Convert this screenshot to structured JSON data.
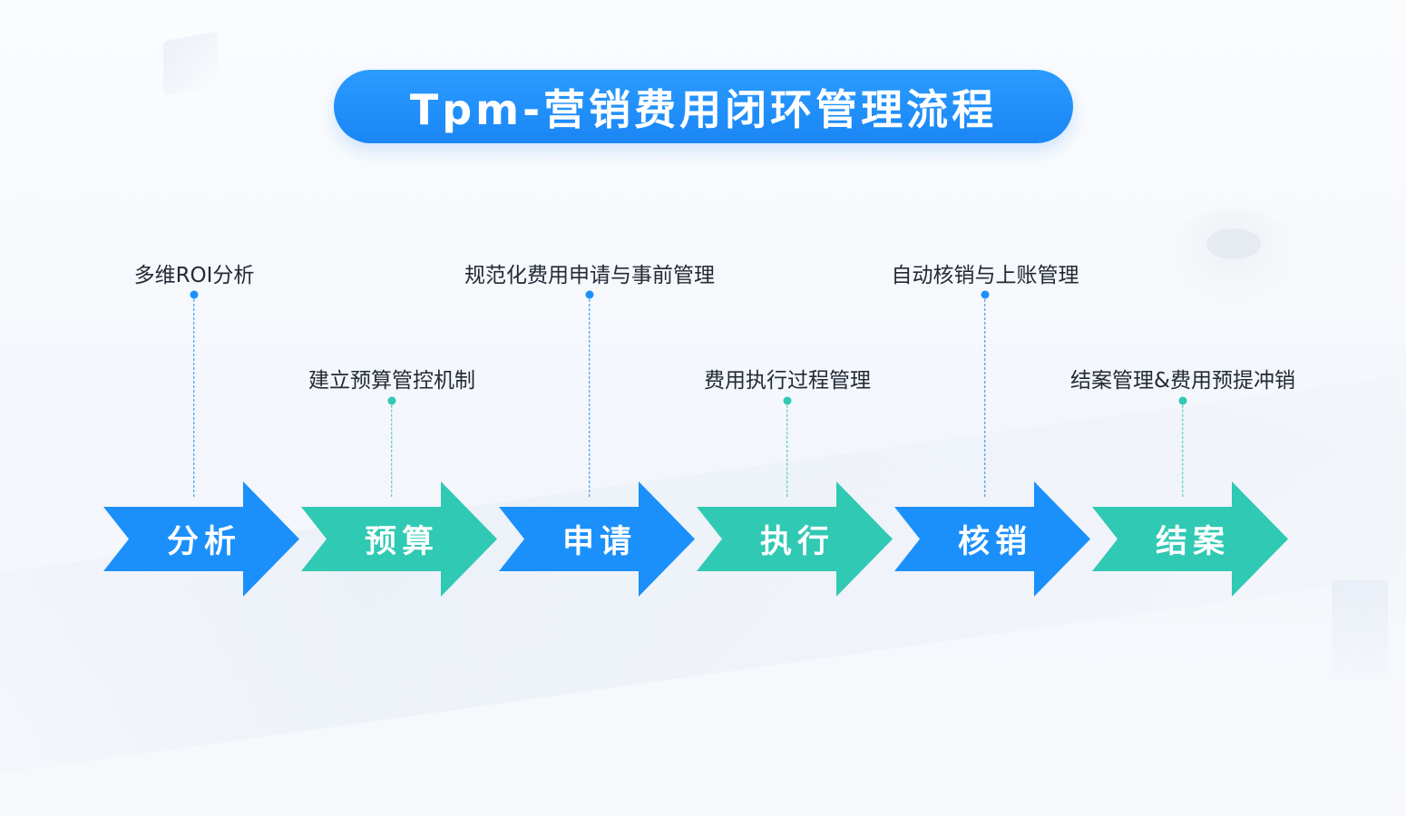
{
  "title": "Tpm-营销费用闭环管理流程",
  "colors": {
    "blue": "#1b90fb",
    "teal": "#30c9b3",
    "dot_blue": "#1b90fb",
    "dot_teal": "#30c9b3"
  },
  "steps": [
    {
      "label": "分析",
      "description": "多维ROI分析",
      "color": "blue",
      "tier": "upper"
    },
    {
      "label": "预算",
      "description": "建立预算管控机制",
      "color": "teal",
      "tier": "lower"
    },
    {
      "label": "申请",
      "description": "规范化费用申请与事前管理",
      "color": "blue",
      "tier": "upper"
    },
    {
      "label": "执行",
      "description": "费用执行过程管理",
      "color": "teal",
      "tier": "lower"
    },
    {
      "label": "核销",
      "description": "自动核销与上账管理",
      "color": "blue",
      "tier": "upper"
    },
    {
      "label": "结案",
      "description": "结案管理&费用预提冲销",
      "color": "teal",
      "tier": "lower"
    }
  ]
}
